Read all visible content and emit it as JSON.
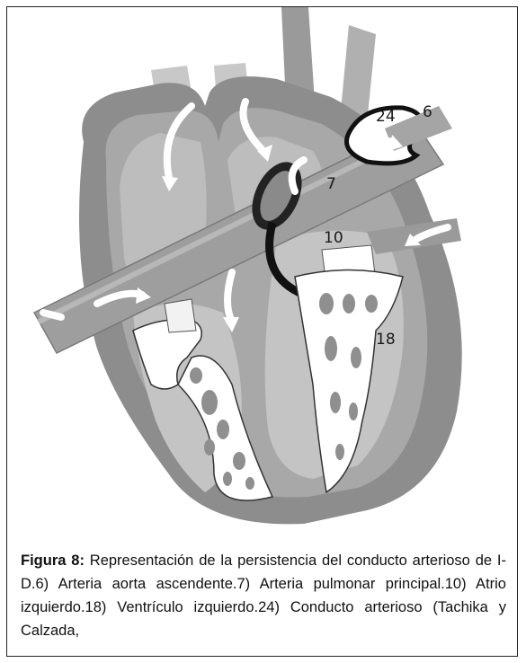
{
  "figure": {
    "labels": {
      "aorta": "6",
      "pulmonary": "7",
      "left_atrium": "10",
      "left_ventricle": "18",
      "ductus": "24"
    }
  },
  "caption": {
    "label": "Figura 8:",
    "text": " Representación de la persistencia del conducto arterioso de I-D.6) Arteria aorta ascendente.7) Arteria pulmonar principal.10) Atrio izquierdo.18) Ventrículo izquierdo.24) Conducto arterioso (Tachika y Calzada,"
  }
}
